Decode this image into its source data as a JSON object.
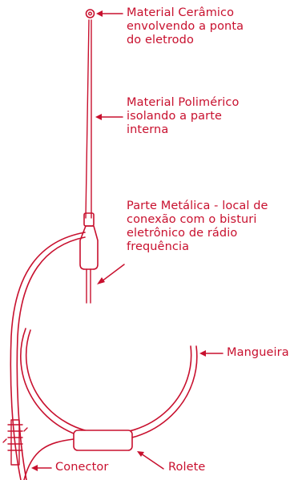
{
  "colors": {
    "stroke": "#c8102e",
    "text": "#c8102e",
    "fill": "#ffffff"
  },
  "labels": {
    "ceramic": [
      "Material Cerâmico",
      "envolvendo a ponta",
      "do eletrodo"
    ],
    "polymer": [
      "Material Polimérico",
      "isolando a parte",
      "interna"
    ],
    "metal": [
      "Parte Metálica - local de",
      "conexão com o bisturi",
      "eletrônico de rádio",
      "frequência"
    ],
    "hose": "Mangueira",
    "connector": "Conector",
    "roller": "Rolete"
  }
}
